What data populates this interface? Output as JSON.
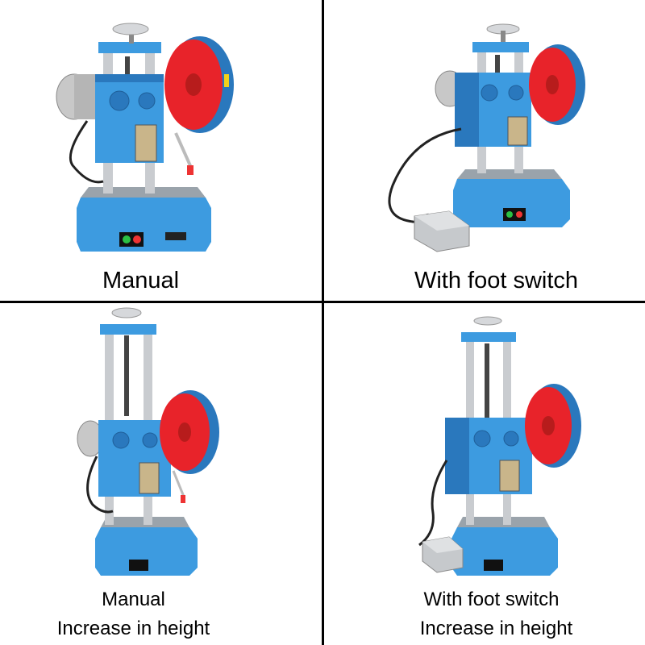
{
  "panels": [
    {
      "caption": "Manual",
      "variant": "manual"
    },
    {
      "caption": "With foot switch",
      "variant": "foot-switch"
    },
    {
      "caption": "Manual",
      "subcaption": "Increase in height",
      "variant": "manual-tall"
    },
    {
      "caption": "With foot switch",
      "subcaption": "Increase in height",
      "variant": "foot-switch-tall"
    }
  ],
  "colors": {
    "machine_blue": "#3d9be0",
    "machine_blue_dark": "#2a78bd",
    "flywheel_red": "#e8232a",
    "steel": "#c9ccd0",
    "divider": "#000000"
  }
}
